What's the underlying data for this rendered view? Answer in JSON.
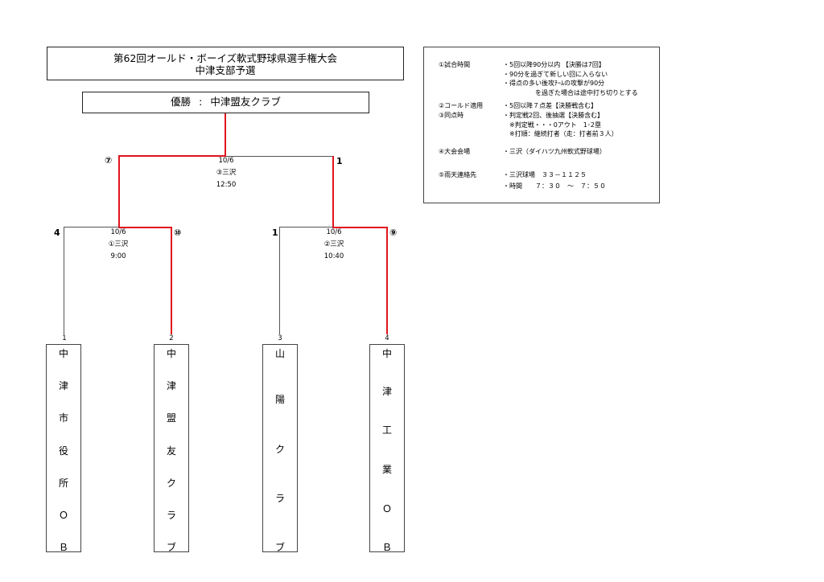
{
  "header": {
    "title_line1": "第62回オールド・ボーイズ軟式野球県選手権大会",
    "title_line2": "中津支部予選"
  },
  "winner": {
    "label": "優勝",
    "separator": ":",
    "team": "中津盟友クラブ"
  },
  "rules": [
    {
      "label": "①試合時間",
      "values": [
        "・5回以降90分以内 【決勝は7回】",
        "・90分を過ぎて新しい回に入らない",
        "・得点の多い後攻ﾁｰﾑの攻撃が90分",
        "　　　　　を過ぎた場合は途中打ち切りとする"
      ]
    },
    {
      "label": "②コールド適用",
      "values": [
        "・5回以降７点差【決勝戦含む】"
      ]
    },
    {
      "label": "③同点時",
      "values": [
        "・判定戦2回、後抽選【決勝含む】",
        "　※判定戦・・・0アウト　1･2塁",
        "　※打順：継続打者（走：打者前３人）"
      ]
    },
    {
      "label": "④大会会場",
      "values": [
        "・三沢（ダイハツ九州軟式野球場）"
      ]
    },
    {
      "label": "⑤雨天連絡先",
      "values": [
        "・三沢球場　３３－１１２５",
        "・時間　　７：３０　～　７：５０"
      ]
    }
  ],
  "final": {
    "date": "10/6",
    "venue": "③三沢",
    "time": "12:50",
    "left_score": "⑦",
    "right_score": "1"
  },
  "semifinals": [
    {
      "date": "10/6",
      "venue": "①三沢",
      "time": "9:00",
      "left_score": "4",
      "right_score": "⑩"
    },
    {
      "date": "10/6",
      "venue": "②三沢",
      "time": "10:40",
      "left_score": "1",
      "right_score": "⑨"
    }
  ],
  "teams": [
    {
      "seed": "1",
      "name": "中津市役所ＯＢ",
      "chars": [
        "中",
        "津",
        "市",
        "役",
        "所",
        "Ｏ",
        "Ｂ"
      ]
    },
    {
      "seed": "2",
      "name": "中津盟友クラブ",
      "chars": [
        "中",
        "津",
        "盟",
        "友",
        "ク",
        "ラ",
        "ブ"
      ]
    },
    {
      "seed": "3",
      "name": "山陽クラブ",
      "chars": [
        "山",
        "陽",
        "ク",
        "ラ",
        "ブ"
      ]
    },
    {
      "seed": "4",
      "name": "中津工業ＯＢ",
      "chars": [
        "中",
        "津",
        "工",
        "業",
        "Ｏ",
        "Ｂ"
      ]
    }
  ],
  "colors": {
    "winner_path": "#e0141e",
    "bracket_line": "#555555"
  }
}
